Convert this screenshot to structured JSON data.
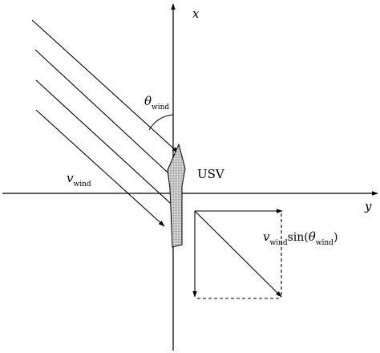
{
  "axes": {
    "x_label": "x",
    "y_label": "y"
  },
  "labels": {
    "theta_symbol": "θ",
    "theta_sub": "wind",
    "v_symbol": "v",
    "v_sub": "wind",
    "usv": "USV",
    "component_v": "v",
    "component_v_sub": "wind",
    "component_sin": "sin(",
    "component_theta": "θ",
    "component_theta_sub": "wind",
    "component_close": ")"
  },
  "colors": {
    "line": "#000000",
    "hull_fill": "#c8c8c8"
  }
}
